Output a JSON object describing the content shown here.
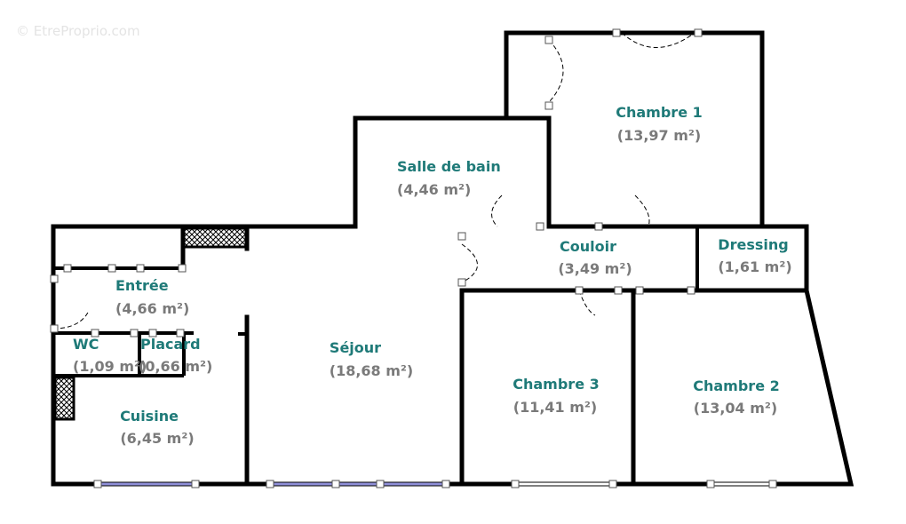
{
  "watermark": "© EtreProprio.com",
  "colors": {
    "room_name": "#1f7a78",
    "room_area": "#7a7a7a",
    "wall": "#000000",
    "window": "#8f8fd8"
  },
  "rooms": [
    {
      "name": "Chambre 1",
      "area": "(13,97 m²)"
    },
    {
      "name": "Salle de bain",
      "area": "(4,46 m²)"
    },
    {
      "name": "Couloir",
      "area": "(3,49 m²)"
    },
    {
      "name": "Dressing",
      "area": "(1,61 m²)"
    },
    {
      "name": "Entrée",
      "area": "(4,66 m²)"
    },
    {
      "name": "WC",
      "area": "(1,09 m²)"
    },
    {
      "name": "Placard",
      "area": "(0,66 m²)"
    },
    {
      "name": "Séjour",
      "area": "(18,68 m²)"
    },
    {
      "name": "Cuisine",
      "area": "(6,45 m²)"
    },
    {
      "name": "Chambre 3",
      "area": "(11,41 m²)"
    },
    {
      "name": "Chambre 2",
      "area": "(13,04 m²)"
    }
  ]
}
